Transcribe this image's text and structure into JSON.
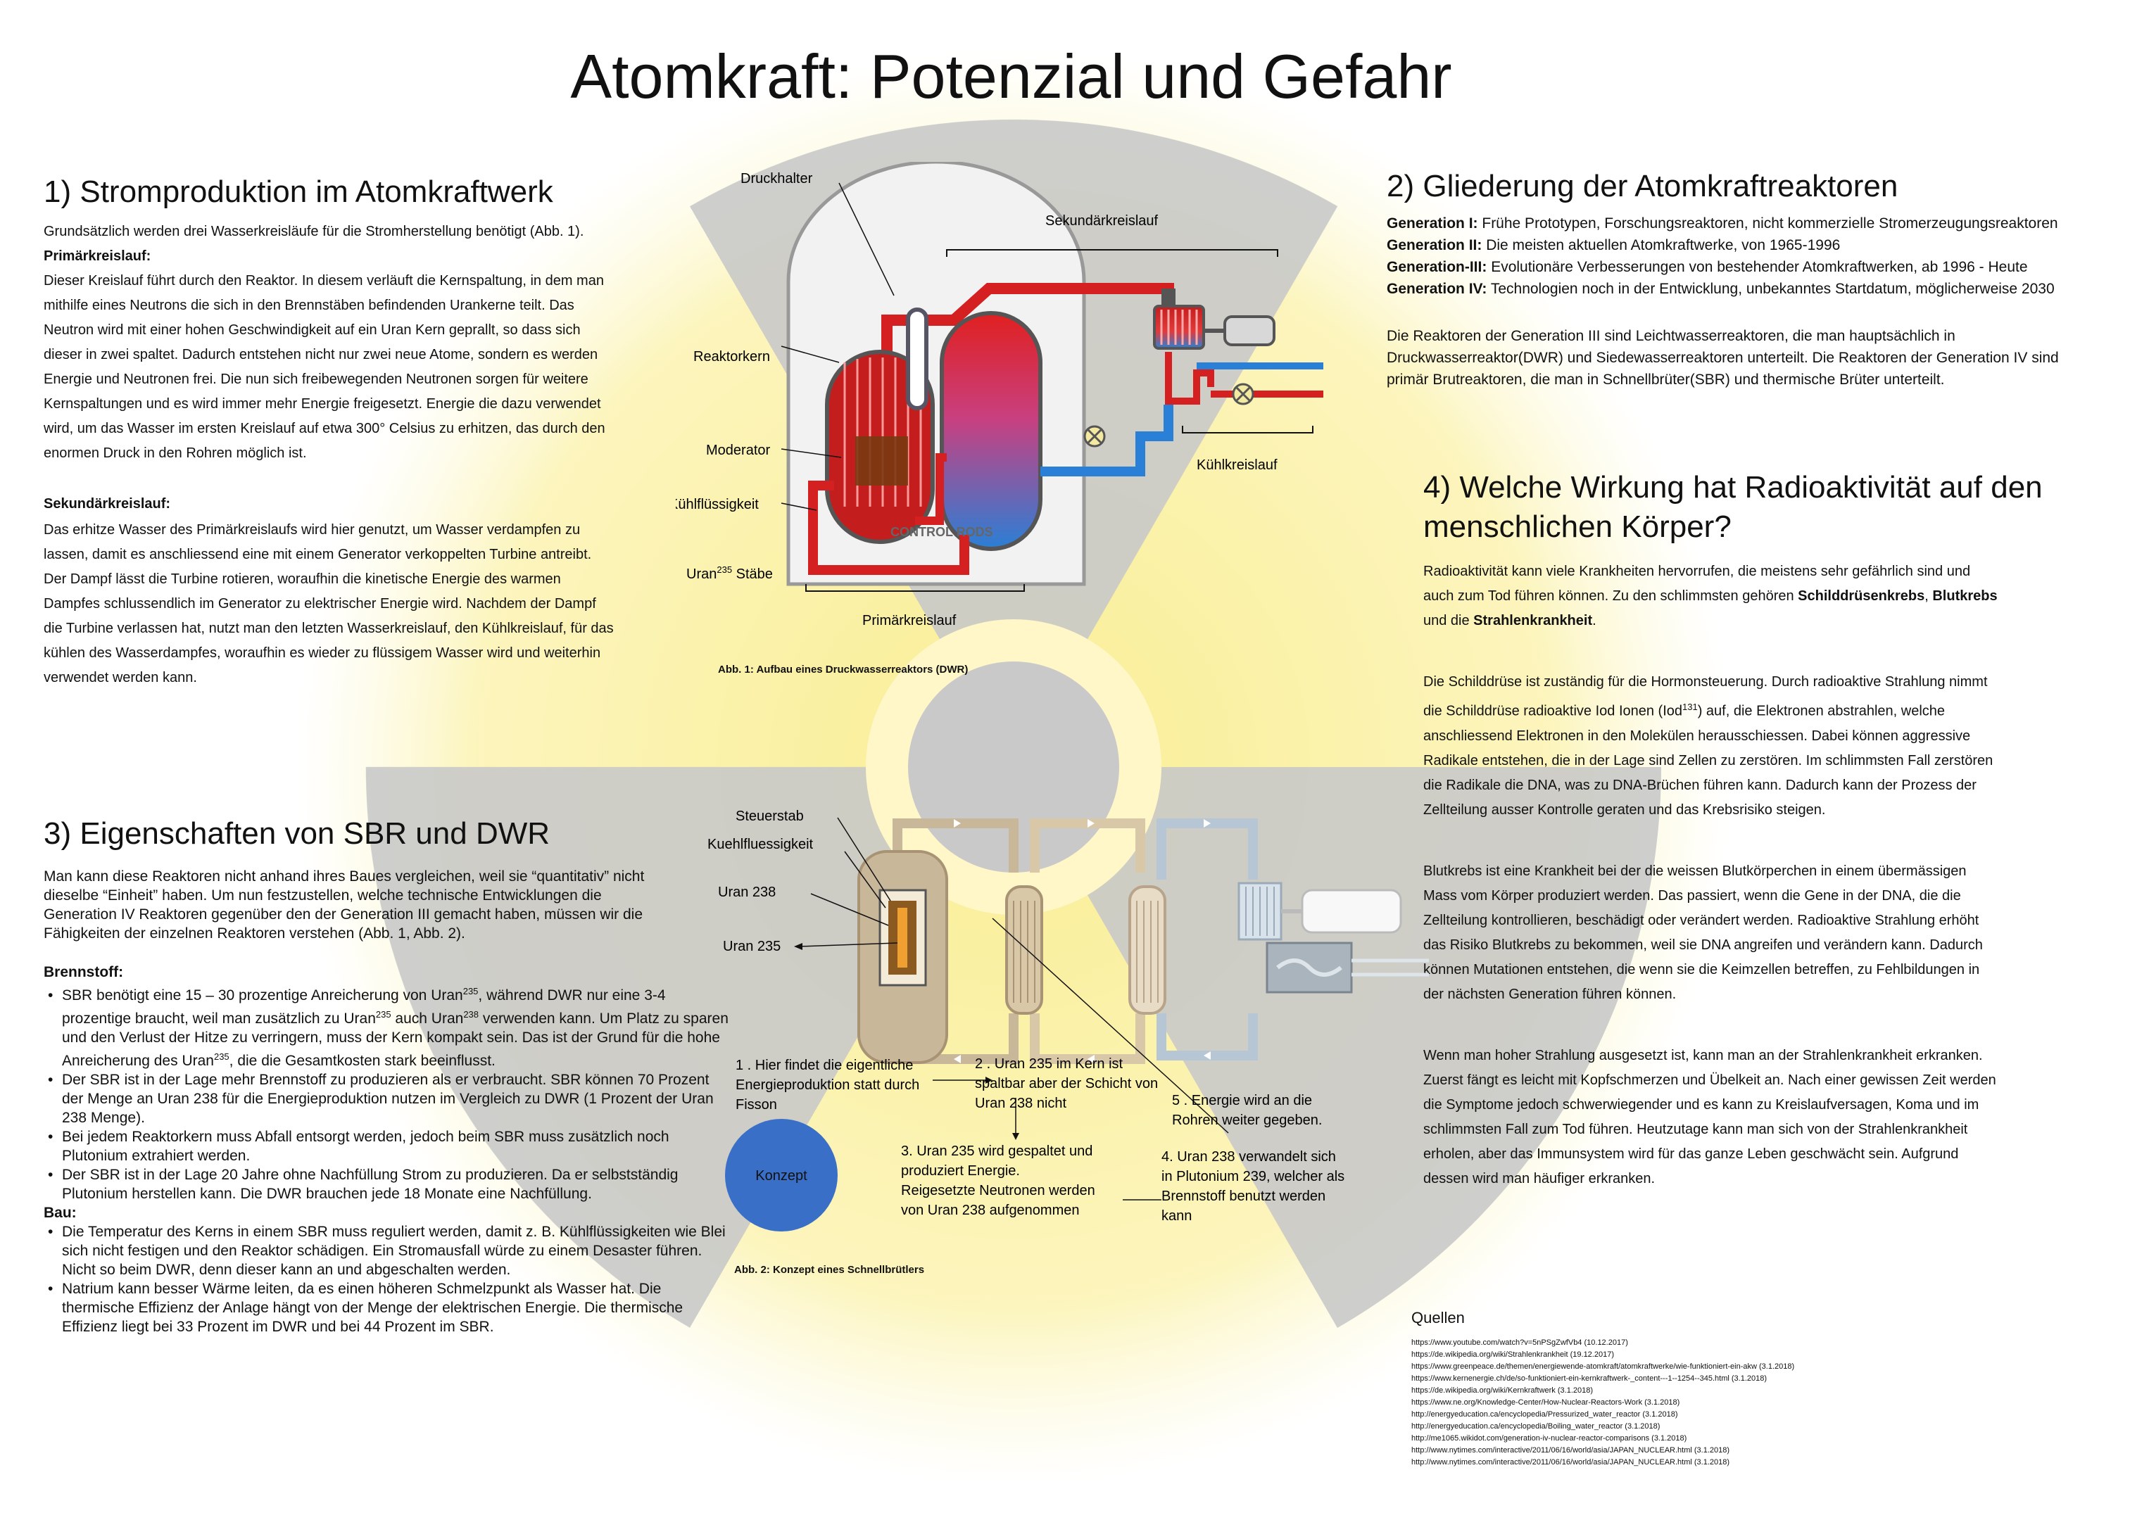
{
  "title": "Atomkraft: Potenzial und Gefahr",
  "s1": {
    "heading": "1) Stromproduktion im Atomkraftwerk",
    "intro": "Grundsätzlich werden drei Wasserkreisläufe für die Stromherstellung benötigt (Abb. 1).",
    "primaer_title": "Primärkreislauf:",
    "primaer_lines": [
      "Dieser Kreislauf führt durch den Reaktor. In diesem verläuft die Kernspaltung, in dem man",
      "mithilfe eines Neutrons die sich in den Brennstäben befindenden Urankerne teilt. Das",
      "Neutron wird mit einer hohen Geschwindigkeit auf ein Uran Kern geprallt, so dass sich",
      "dieser in zwei spaltet. Dadurch entstehen nicht nur zwei neue Atome, sondern es werden",
      "Energie und Neutronen frei. Die nun sich freibewegenden Neutronen sorgen für weitere",
      "Kernspaltungen und es wird immer mehr Energie freigesetzt. Energie die dazu verwendet",
      "wird, um das Wasser im ersten Kreislauf auf etwa 300° Celsius zu erhitzen, das durch den",
      "enormen Druck in den Rohren möglich ist."
    ],
    "sekundaer_title": "Sekundärkreislauf:",
    "sekundaer_lines": [
      "Das erhitze Wasser des Primärkreislaufs wird hier genutzt, um Wasser verdampfen zu",
      "lassen, damit es anschliessend eine mit einem Generator verkoppelten Turbine antreibt.",
      "Der Dampf lässt die Turbine rotieren, woraufhin die kinetische Energie des warmen",
      "Dampfes schlussendlich im Generator zu elektrischer Energie wird.  Nachdem der Dampf",
      "die Turbine verlassen hat, nutzt man den letzten Wasserkreislauf, den Kühlkreislauf, für das",
      "kühlen des Wasserdampfes, woraufhin es wieder zu flüssigem Wasser wird und weiterhin",
      "verwendet werden kann."
    ]
  },
  "fig1": {
    "labels": {
      "druckhalter": "Druckhalter",
      "sekundaer": "Sekundärkreislauf",
      "reaktorkern": "Reaktorkern",
      "moderator": "Moderator",
      "kuehlfluessigkeit": "Kühlflüssigkeit",
      "uran_prefix": "Uran",
      "uran_sup": "235",
      "uran_suffix": " Stäbe",
      "control_rods": "CONTROL RODS",
      "kuehlkreislauf": "Kühlkreislauf",
      "primaer": "Primärkreislauf"
    },
    "caption": "Abb. 1: Aufbau eines Druckwasserreaktors (DWR)"
  },
  "s2": {
    "heading": "2) Gliederung der Atomkraftreaktoren",
    "generations": [
      {
        "label": "Generation I:",
        "text": " Frühe Prototypen, Forschungsreaktoren, nicht kommerzielle Stromerzeugungsreaktoren"
      },
      {
        "label": "Generation II:",
        "text": " Die meisten aktuellen Atomkraftwerke, von 1965-1996"
      },
      {
        "label": "Generation-III:",
        "text": " Evolutionäre Verbesserungen von bestehender Atomkraftwerken, ab 1996 - Heute"
      },
      {
        "label": "Generation IV:",
        "text": " Technologien noch in der Entwicklung, unbekanntes Startdatum, möglicherweise 2030"
      }
    ],
    "para_lines": [
      "Die Reaktoren der Generation III sind Leichtwasserreaktoren, die man hauptsächlich in",
      "Druckwasserreaktor(DWR) und Siedewasserreaktoren unterteilt. Die Reaktoren der Generation IV sind",
      "primär Brutreaktoren, die man in Schnellbrüter(SBR) und thermische Brüter unterteilt."
    ]
  },
  "s3": {
    "heading": "3) Eigenschaften von SBR und DWR",
    "intro_lines": [
      "Man kann diese Reaktoren nicht anhand ihres Baues vergleichen, weil sie “quantitativ” nicht",
      "dieselbe “Einheit” haben. Um nun festzustellen, welche technische Entwicklungen die",
      "Generation IV Reaktoren gegenüber den der Generation III gemacht haben, müssen wir die",
      "Fähigkeiten der einzelnen Reaktoren verstehen (Abb. 1, Abb. 2)."
    ],
    "brennstoff_title": "Brennstoff:",
    "brennstoff_b1": [
      "SBR benötigt eine 15 – 30 prozentige Anreicherung von Uran",
      "235",
      ", während DWR nur eine 3-4 prozentige braucht, weil man zusätzlich zu Uran",
      "235",
      " auch Uran",
      "238",
      " verwenden kann. Um Platz zu sparen und den Verlust der Hitze zu verringern, muss der Kern kompakt sein. Das ist der Grund für die hohe Anreicherung des Uran",
      "235",
      ", die die Gesamtkosten stark beeinflusst."
    ],
    "brennstoff_more": [
      "Der SBR ist in der Lage mehr Brennstoff zu produzieren als er verbraucht. SBR können 70 Prozent der Menge an Uran 238 für die Energieproduktion nutzen im Vergleich zu DWR (1 Prozent der Uran 238 Menge).",
      "Bei jedem Reaktorkern muss Abfall entsorgt werden, jedoch beim SBR muss zusätzlich noch Plutonium extrahiert werden.",
      "Der SBR ist in der Lage 20 Jahre ohne Nachfüllung Strom zu produzieren. Da er selbstständig Plutonium herstellen kann. Die DWR brauchen jede 18 Monate eine Nachfüllung."
    ],
    "bau_title": "Bau:",
    "bau": [
      "Die Temperatur des Kerns in einem SBR muss reguliert werden, damit z. B. Kühlflüssigkeiten wie Blei sich nicht festigen und den Reaktor schädigen. Ein Stromausfall würde zu einem Desaster führen. Nicht so beim DWR, denn dieser kann an und abgeschalten werden.",
      "Natrium kann besser Wärme leiten, da es einen höheren Schmelzpunkt als Wasser hat. Die thermische Effizienz der Anlage hängt von der Menge der elektrischen Energie. Die thermische Effizienz liegt bei 33 Prozent im DWR und bei 44 Prozent im SBR."
    ]
  },
  "fig2": {
    "labels": {
      "steuerstab": "Steuerstab",
      "kuehlfluessigkeit": "Kuehlfluessigkeit",
      "uran238": "Uran 238",
      "uran235": "Uran 235",
      "step1": [
        "1 . Hier findet die eigentliche",
        "Energieproduktion statt durch",
        "Fisson"
      ],
      "step2": [
        "2 . Uran 235 im Kern ist",
        "spaltbar aber der Schicht von",
        "Uran 238 nicht"
      ],
      "step3": [
        "3. Uran 235 wird gespaltet und",
        "produziert Energie.",
        "Reigesetzte Neutronen werden",
        "von Uran 238 aufgenommen"
      ],
      "step4": [
        "4. Uran 238 verwandelt sich",
        "in Plutonium 239, welcher als",
        "Brennstoff benutzt werden",
        "kann"
      ],
      "step5": [
        "5 . Energie wird an die",
        "Rohren weiter gegeben."
      ],
      "konzept": "Konzept"
    },
    "caption": "Abb. 2: Konzept eines Schnellbrütlers"
  },
  "s4": {
    "heading_lines": [
      "4) Welche Wirkung hat Radioaktivität auf den",
      "menschlichen Körper?"
    ],
    "p1": [
      "Radioaktivität kann viele Krankheiten hervorrufen, die meistens sehr gefährlich sind und",
      "auch zum Tod führen können. Zu den schlimmsten gehören ",
      "Schilddrüsenkrebs",
      ", ",
      "Blutkrebs",
      "und die ",
      "Strahlenkrankheit",
      "."
    ],
    "p2_lines": [
      "Die Schilddrüse ist zuständig für die Hormonsteuerung. Durch radioaktive Strahlung nimmt",
      "die Schilddrüse radioaktive Iod Ionen (Iod",
      "131",
      ") auf, die Elektronen abstrahlen, welche",
      "anschliessend Elektronen in den Molekülen herausschiessen. Dabei können aggressive",
      "Radikale entstehen, die in der Lage sind Zellen zu zerstören. Im schlimmsten Fall zerstören",
      "die Radikale die DNA, was zu DNA-Brüchen führen kann. Dadurch kann der Prozess der",
      "Zellteilung ausser Kontrolle geraten und das Krebsrisiko steigen."
    ],
    "p3_lines": [
      "Blutkrebs ist eine Krankheit bei der die weissen Blutkörperchen in einem übermässigen",
      "Mass vom Körper produziert werden. Das passiert, wenn die Gene in der DNA, die die",
      "Zellteilung kontrollieren, beschädigt oder verändert werden. Radioaktive Strahlung erhöht",
      "das Risiko Blutkrebs zu bekommen, weil sie DNA angreifen und verändern kann. Dadurch",
      "können Mutationen entstehen, die wenn sie die Keimzellen betreffen, zu Fehlbildungen in",
      "der nächsten Generation führen können."
    ],
    "p4_lines": [
      "Wenn man hoher Strahlung ausgesetzt ist, kann man an der Strahlenkrankheit erkranken.",
      "Zuerst fängt es leicht mit Kopfschmerzen und Übelkeit an. Nach einer gewissen Zeit werden",
      "die Symptome jedoch schwerwiegender und es kann zu Kreislaufversagen, Koma und im",
      "schlimmsten Fall zum Tod führen. Heutzutage kann man sich von der Strahlenkrankheit",
      "erholen, aber das Immunsystem wird für das ganze Leben geschwächt sein. Aufgrund",
      "dessen wird man häufiger erkranken."
    ]
  },
  "quellen": {
    "title": "Quellen",
    "items": [
      "https://www.youtube.com/watch?v=5nPSgZwfVb4 (10.12.2017)",
      "https://de.wikipedia.org/wiki/Strahlenkrankheit (19.12.2017)",
      "https://www.greenpeace.de/themen/energiewende-atomkraft/atomkraftwerke/wie-funktioniert-ein-akw  (3.1.2018)",
      "https://www.kernenergie.ch/de/so-funktioniert-ein-kernkraftwerk-_content---1--1254--345.html (3.1.2018)",
      "https://de.wikipedia.org/wiki/Kernkraftwerk (3.1.2018)",
      "https://www.ne.org/Knowledge-Center/How-Nuclear-Reactors-Work (3.1.2018)",
      "http://energyeducation.ca/encyclopedia/Pressurized_water_reactor (3.1.2018)",
      "http://energyeducation.ca/encyclopedia/Boiling_water_reactor (3.1.2018)",
      "http://me1065.wikidot.com/generation-iv-nuclear-reactor-comparisons (3.1.2018)",
      "http://www.nytimes.com/interactive/2011/06/16/world/asia/JAPAN_NUCLEAR.html (3.1.2018)",
      "http://www.nytimes.com/interactive/2011/06/16/world/asia/JAPAN_NUCLEAR.html (3.1.2018)"
    ]
  },
  "colors": {
    "hazard_yellow": "#f6e04a",
    "hazard_gray": "#c9c9c9",
    "hot_red": "#d42020",
    "cool_blue": "#2a7fd6",
    "concept_blue": "#3a6fc8"
  }
}
